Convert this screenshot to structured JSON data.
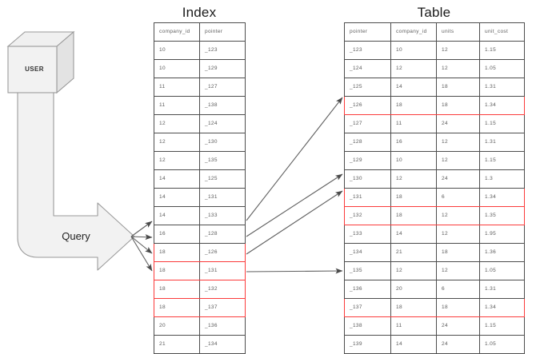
{
  "titles": {
    "index": "Index",
    "table": "Table"
  },
  "user_node": {
    "label": "USER"
  },
  "query_arrow": {
    "label": "Query"
  },
  "index_table": {
    "columns": [
      "company_id",
      "pointer"
    ],
    "rows": [
      {
        "company_id": "10",
        "pointer": "_123",
        "highlighted": false
      },
      {
        "company_id": "10",
        "pointer": "_129",
        "highlighted": false
      },
      {
        "company_id": "11",
        "pointer": "_127",
        "highlighted": false
      },
      {
        "company_id": "11",
        "pointer": "_138",
        "highlighted": false
      },
      {
        "company_id": "12",
        "pointer": "_124",
        "highlighted": false
      },
      {
        "company_id": "12",
        "pointer": "_130",
        "highlighted": false
      },
      {
        "company_id": "12",
        "pointer": "_135",
        "highlighted": false
      },
      {
        "company_id": "14",
        "pointer": "_125",
        "highlighted": false
      },
      {
        "company_id": "14",
        "pointer": "_131",
        "highlighted": false
      },
      {
        "company_id": "14",
        "pointer": "_133",
        "highlighted": false
      },
      {
        "company_id": "16",
        "pointer": "_128",
        "highlighted": false
      },
      {
        "company_id": "18",
        "pointer": "_126",
        "highlighted": true
      },
      {
        "company_id": "18",
        "pointer": "_131",
        "highlighted": true
      },
      {
        "company_id": "18",
        "pointer": "_132",
        "highlighted": true
      },
      {
        "company_id": "18",
        "pointer": "_137",
        "highlighted": true
      },
      {
        "company_id": "20",
        "pointer": "_136",
        "highlighted": false
      },
      {
        "company_id": "21",
        "pointer": "_134",
        "highlighted": false
      }
    ]
  },
  "data_table": {
    "columns": [
      "pointer",
      "company_id",
      "units",
      "unit_cost"
    ],
    "rows": [
      {
        "pointer": "_123",
        "company_id": "10",
        "units": "12",
        "unit_cost": "1.15",
        "highlighted": false
      },
      {
        "pointer": "_124",
        "company_id": "12",
        "units": "12",
        "unit_cost": "1.05",
        "highlighted": false
      },
      {
        "pointer": "_125",
        "company_id": "14",
        "units": "18",
        "unit_cost": "1.31",
        "highlighted": false
      },
      {
        "pointer": "_126",
        "company_id": "18",
        "units": "18",
        "unit_cost": "1.34",
        "highlighted": true
      },
      {
        "pointer": "_127",
        "company_id": "11",
        "units": "24",
        "unit_cost": "1.15",
        "highlighted": false
      },
      {
        "pointer": "_128",
        "company_id": "16",
        "units": "12",
        "unit_cost": "1.31",
        "highlighted": false
      },
      {
        "pointer": "_129",
        "company_id": "10",
        "units": "12",
        "unit_cost": "1.15",
        "highlighted": false
      },
      {
        "pointer": "_130",
        "company_id": "12",
        "units": "24",
        "unit_cost": "1.3",
        "highlighted": false
      },
      {
        "pointer": "_131",
        "company_id": "18",
        "units": "6",
        "unit_cost": "1.34",
        "highlighted": true
      },
      {
        "pointer": "_132",
        "company_id": "18",
        "units": "12",
        "unit_cost": "1.35",
        "highlighted": true
      },
      {
        "pointer": "_133",
        "company_id": "14",
        "units": "12",
        "unit_cost": "1.95",
        "highlighted": false
      },
      {
        "pointer": "_134",
        "company_id": "21",
        "units": "18",
        "unit_cost": "1.36",
        "highlighted": false
      },
      {
        "pointer": "_135",
        "company_id": "12",
        "units": "12",
        "unit_cost": "1.05",
        "highlighted": false
      },
      {
        "pointer": "_136",
        "company_id": "20",
        "units": "6",
        "unit_cost": "1.31",
        "highlighted": false
      },
      {
        "pointer": "_137",
        "company_id": "18",
        "units": "18",
        "unit_cost": "1.34",
        "highlighted": true
      },
      {
        "pointer": "_138",
        "company_id": "11",
        "units": "24",
        "unit_cost": "1.15",
        "highlighted": false
      },
      {
        "pointer": "_139",
        "company_id": "14",
        "units": "24",
        "unit_cost": "1.05",
        "highlighted": false
      }
    ]
  },
  "colors": {
    "highlight": "#fb3b3b",
    "shape_fill": "#f2f2f2",
    "shape_stroke": "#9a9a9a",
    "grid_stroke": "#4d4d4d",
    "connector": "#5f5f5f",
    "text": "#5a5a5a"
  }
}
